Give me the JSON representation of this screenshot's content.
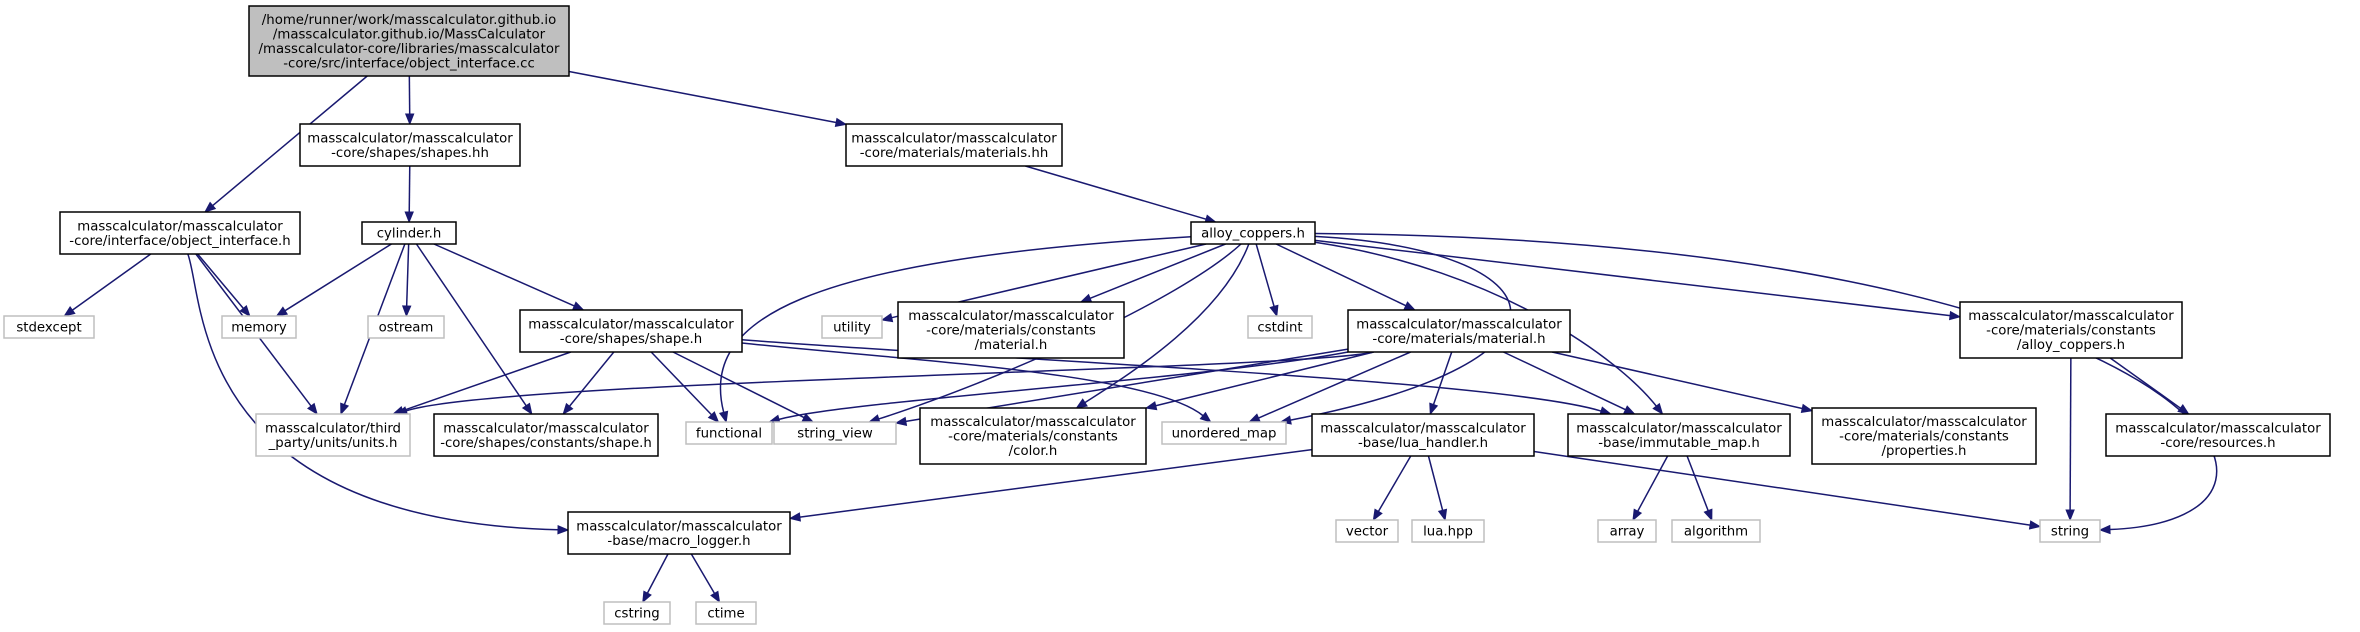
{
  "colors": {
    "edge": "#191970",
    "root_fill": "#bfbfbf",
    "box_border": "#000000",
    "external_border": "#bfbfbf"
  },
  "nodes": {
    "root": {
      "lines": [
        "/home/runner/work/masscalculator.github.io",
        "/masscalculator.github.io/MassCalculator",
        "/masscalculator-core/libraries/masscalculator",
        "-core/src/interface/object_interface.cc"
      ]
    },
    "obj_interface": {
      "lines": [
        "masscalculator/masscalculator",
        "-core/interface/object_interface.h"
      ]
    },
    "shapes_hh": {
      "lines": [
        "masscalculator/masscalculator",
        "-core/shapes/shapes.hh"
      ]
    },
    "materials_hh": {
      "lines": [
        "masscalculator/masscalculator",
        "-core/materials/materials.hh"
      ]
    },
    "cylinder": {
      "lines": [
        "cylinder.h"
      ]
    },
    "alloy_coppers": {
      "lines": [
        "alloy_coppers.h"
      ]
    },
    "stdexcept": {
      "lines": [
        "stdexcept"
      ]
    },
    "memory": {
      "lines": [
        "memory"
      ]
    },
    "ostream": {
      "lines": [
        "ostream"
      ]
    },
    "shape_h": {
      "lines": [
        "masscalculator/masscalculator",
        "-core/shapes/shape.h"
      ]
    },
    "utility": {
      "lines": [
        "utility"
      ]
    },
    "const_material": {
      "lines": [
        "masscalculator/masscalculator",
        "-core/materials/constants",
        "/material.h"
      ]
    },
    "cstdint": {
      "lines": [
        "cstdint"
      ]
    },
    "material_h": {
      "lines": [
        "masscalculator/masscalculator",
        "-core/materials/material.h"
      ]
    },
    "const_alloy": {
      "lines": [
        "masscalculator/masscalculator",
        "-core/materials/constants",
        "/alloy_coppers.h"
      ]
    },
    "units": {
      "lines": [
        "masscalculator/third",
        "_party/units/units.h"
      ]
    },
    "const_shape": {
      "lines": [
        "masscalculator/masscalculator",
        "-core/shapes/constants/shape.h"
      ]
    },
    "functional": {
      "lines": [
        "functional"
      ]
    },
    "string_view": {
      "lines": [
        "string_view"
      ]
    },
    "color": {
      "lines": [
        "masscalculator/masscalculator",
        "-core/materials/constants",
        "/color.h"
      ]
    },
    "unordered_map": {
      "lines": [
        "unordered_map"
      ]
    },
    "lua_handler": {
      "lines": [
        "masscalculator/masscalculator",
        "-base/lua_handler.h"
      ]
    },
    "immutable_map": {
      "lines": [
        "masscalculator/masscalculator",
        "-base/immutable_map.h"
      ]
    },
    "properties": {
      "lines": [
        "masscalculator/masscalculator",
        "-core/materials/constants",
        "/properties.h"
      ]
    },
    "resources": {
      "lines": [
        "masscalculator/masscalculator",
        "-core/resources.h"
      ]
    },
    "macro_logger": {
      "lines": [
        "masscalculator/masscalculator",
        "-base/macro_logger.h"
      ]
    },
    "vector": {
      "lines": [
        "vector"
      ]
    },
    "lua_hpp": {
      "lines": [
        "lua.hpp"
      ]
    },
    "array": {
      "lines": [
        "array"
      ]
    },
    "algorithm": {
      "lines": [
        "algorithm"
      ]
    },
    "string": {
      "lines": [
        "string"
      ]
    },
    "cstring": {
      "lines": [
        "cstring"
      ]
    },
    "ctime": {
      "lines": [
        "ctime"
      ]
    }
  }
}
